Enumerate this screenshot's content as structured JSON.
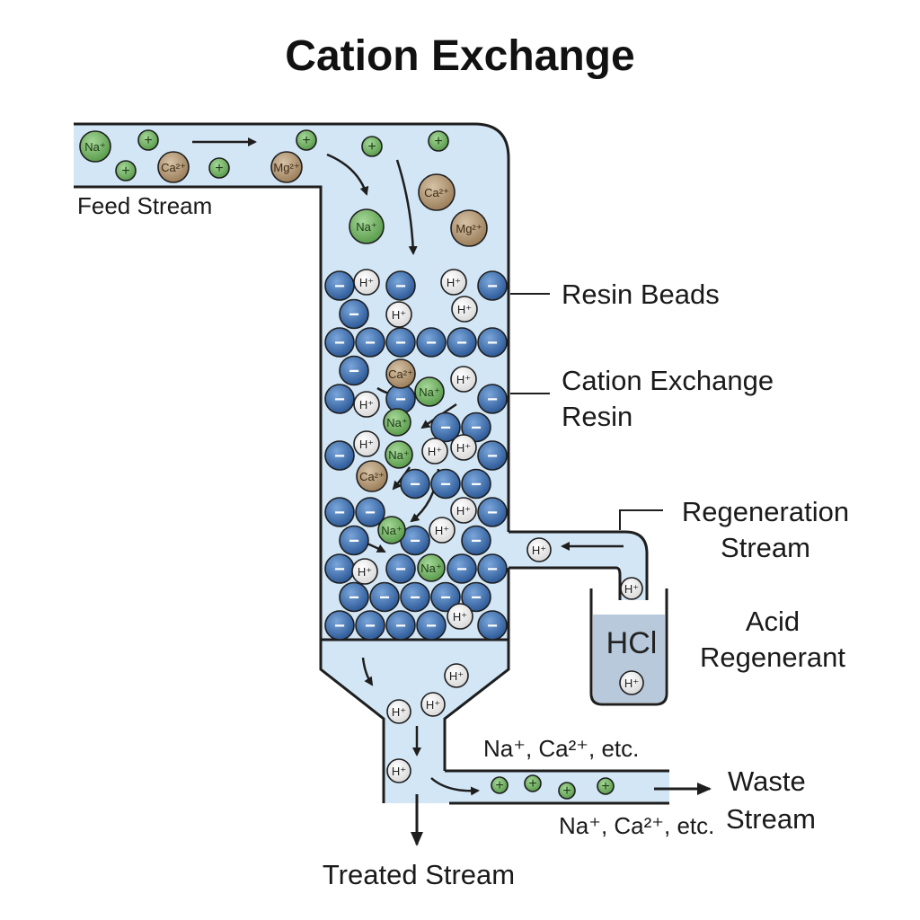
{
  "title": "Cation Exchange",
  "labels": {
    "feed_stream": "Feed Stream",
    "resin_beads": "Resin Beads",
    "cation_exchange_resin_line1": "Cation Exchange",
    "cation_exchange_resin_line2": "Resin",
    "regeneration_stream_line1": "Regeneration",
    "regeneration_stream_line2": "Stream",
    "acid_regenerant_line1": "Acid",
    "acid_regenerant_line2": "Regenerant",
    "acid_name": "HCl",
    "waste_ions_top": "Na⁺, Ca²⁺, etc.",
    "waste_ions_bottom": "Na⁺, Ca²⁺, etc.",
    "waste_stream_line1": "Waste",
    "waste_stream_line2": "Stream",
    "treated_stream": "Treated Stream"
  },
  "ions": {
    "h": "H⁺",
    "na": "Na⁺",
    "ca": "Ca²⁺",
    "mg": "Mg²⁺",
    "plus": "+",
    "minus": "−"
  },
  "colors": {
    "liquid": "#d3e6f5",
    "outline": "#1e1e1e",
    "resin_bead": "#3f73b5",
    "sodium": "#74b866",
    "calcium": "#b59a76",
    "hydrogen": "#f3f3f3",
    "acid": "#b9c9dc"
  }
}
